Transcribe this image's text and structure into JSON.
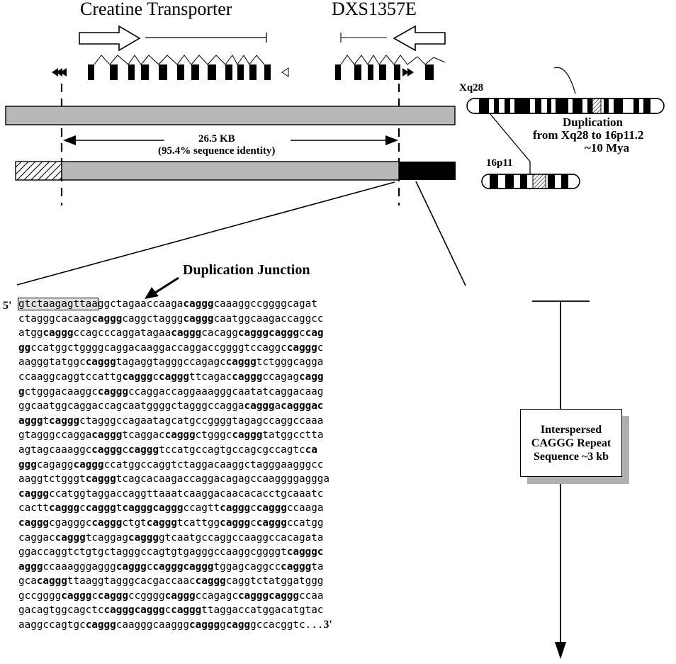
{
  "labels": {
    "creatine": "Creatine Transporter",
    "dxs": "DXS1357E",
    "size": "26.5 KB",
    "identity": "(95.4% sequence identity)",
    "xq28": "Xq28",
    "p16": "16p11",
    "dup1": "Duplication",
    "dup2": "from Xq28 to 16p11.2",
    "dup3": "~10 Mya",
    "junction": "Duplication Junction",
    "five": "5'",
    "three": "3'",
    "repeat1": "Interspersed",
    "repeat2": "CAGGG Repeat",
    "repeat3": "Sequence ~3 kb"
  },
  "sequence": {
    "boxed": "gtctaagagttaa",
    "bold_motifs": [
      "caggg",
      "cagg",
      "agg",
      "ag",
      "ac",
      "ca",
      "g",
      "c",
      "a"
    ],
    "lines": [
      "ggctagaaccaaga[caggg]caaaggccggggcagat",
      "ctagggcacaag[caggg]caggctaggg[caggg]caatggcaagaccaggcc",
      "atgg[caggg]ccagcccaggatagaa[caggg]cacagg[caggg][caggg]c[cag]",
      "[gg]ccatggctggggcaggacaaggaccaggaccggggtccaggc[caggg]c",
      "aagggtatggc[caggg]tagaggtagggccagagc[caggg]tctgggcagga",
      "ccaaggcaggtccattg[caggg]c[caggg]ttcagac[caggg]ccagag[cagg]",
      "[g]ctgggacaaggc[caggg]ccaggaccaggaaagggcaatatcaggacaag",
      "ggcaatggcaggaccagcaatggggctagggccagga[caggg]a[caggg][ac]",
      "[aggg]t[caggg]ctagggccagaatagcatgccggggtagagccaggccaaa",
      "gtagggccagga[caggg]tcaggac[caggg]ctgggc[caggg]tatggcctta",
      "agtagcaaaggc[caggg]c[caggg]tccatgccagtgccagcgccagtc[ca]",
      "[ggg]cagagg[caggg]ccatggccaggtctaggacaaggctagggaagggcc",
      "aaggtctgggt[caggg]tcagcacaagaccaggacagagccaaggggaggga",
      "[caggg]ccatggtaggaccaggttaaatcaaggacaacacacctgcaaatc",
      "cactt[caggg]c[caggg]t[caggg][caggg]ccagtt[caggg]c[caggg]ccaaga",
      "[caggg]cgagggc[caggg]ctgt[caggg]tcattgg[caggg]c[caggg]ccatgg",
      "caggac[caggg]tcaggag[caggg]gtcaatgccaggccaaggccacagata",
      "ggaccaggtctgtgctagggccagtgtgagggccaaggcggggt[caggg][c]",
      "[aggg]ccaaagggaggg[caggg]c[caggg][caggg]tggagcaggcc[caggg]ta",
      "gca[caggg]ttaaggtagggcacgaccaac[caggg]caggtctatggatggg",
      "gccgggg[caggg]c[caggg]ccgggg[caggg]ccagagc[caggg][caggg]ccaa",
      "gacagtggcagctc[caggg][caggg]c[caggg]ttaggaccatggacatgtac",
      "aaggccagtgc[caggg]caagggcaaggg[caggg]g[cagg]gccacggtc..."
    ]
  }
}
